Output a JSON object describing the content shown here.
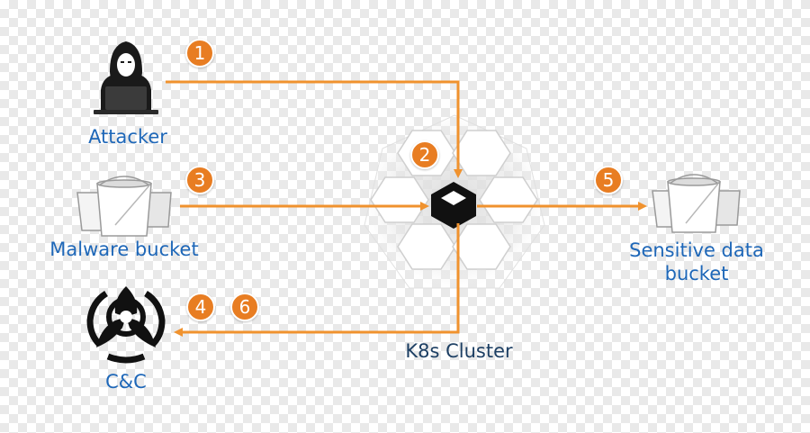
{
  "colors": {
    "accent_orange": "#f0922e",
    "label_blue": "#1e67b8",
    "cluster_label": "#1d3f63",
    "hexagon_fill": "#ffffff",
    "hexagon_stroke": "#cfcfcf",
    "node_black": "#111111"
  },
  "nodes": {
    "attacker": {
      "label": "Attacker",
      "icon": "hacker-icon"
    },
    "malware_bucket": {
      "label": "Malware bucket",
      "icon": "bucket-icon"
    },
    "cnc": {
      "label": "C&C",
      "icon": "biohazard-icon"
    },
    "cluster": {
      "label": "K8s Cluster",
      "icon": "kubernetes-node-icon"
    },
    "sensitive_bucket": {
      "label_line1": "Sensitive data",
      "label_line2": "bucket",
      "icon": "bucket-icon"
    }
  },
  "steps": [
    "1",
    "2",
    "3",
    "4",
    "6",
    "5"
  ]
}
